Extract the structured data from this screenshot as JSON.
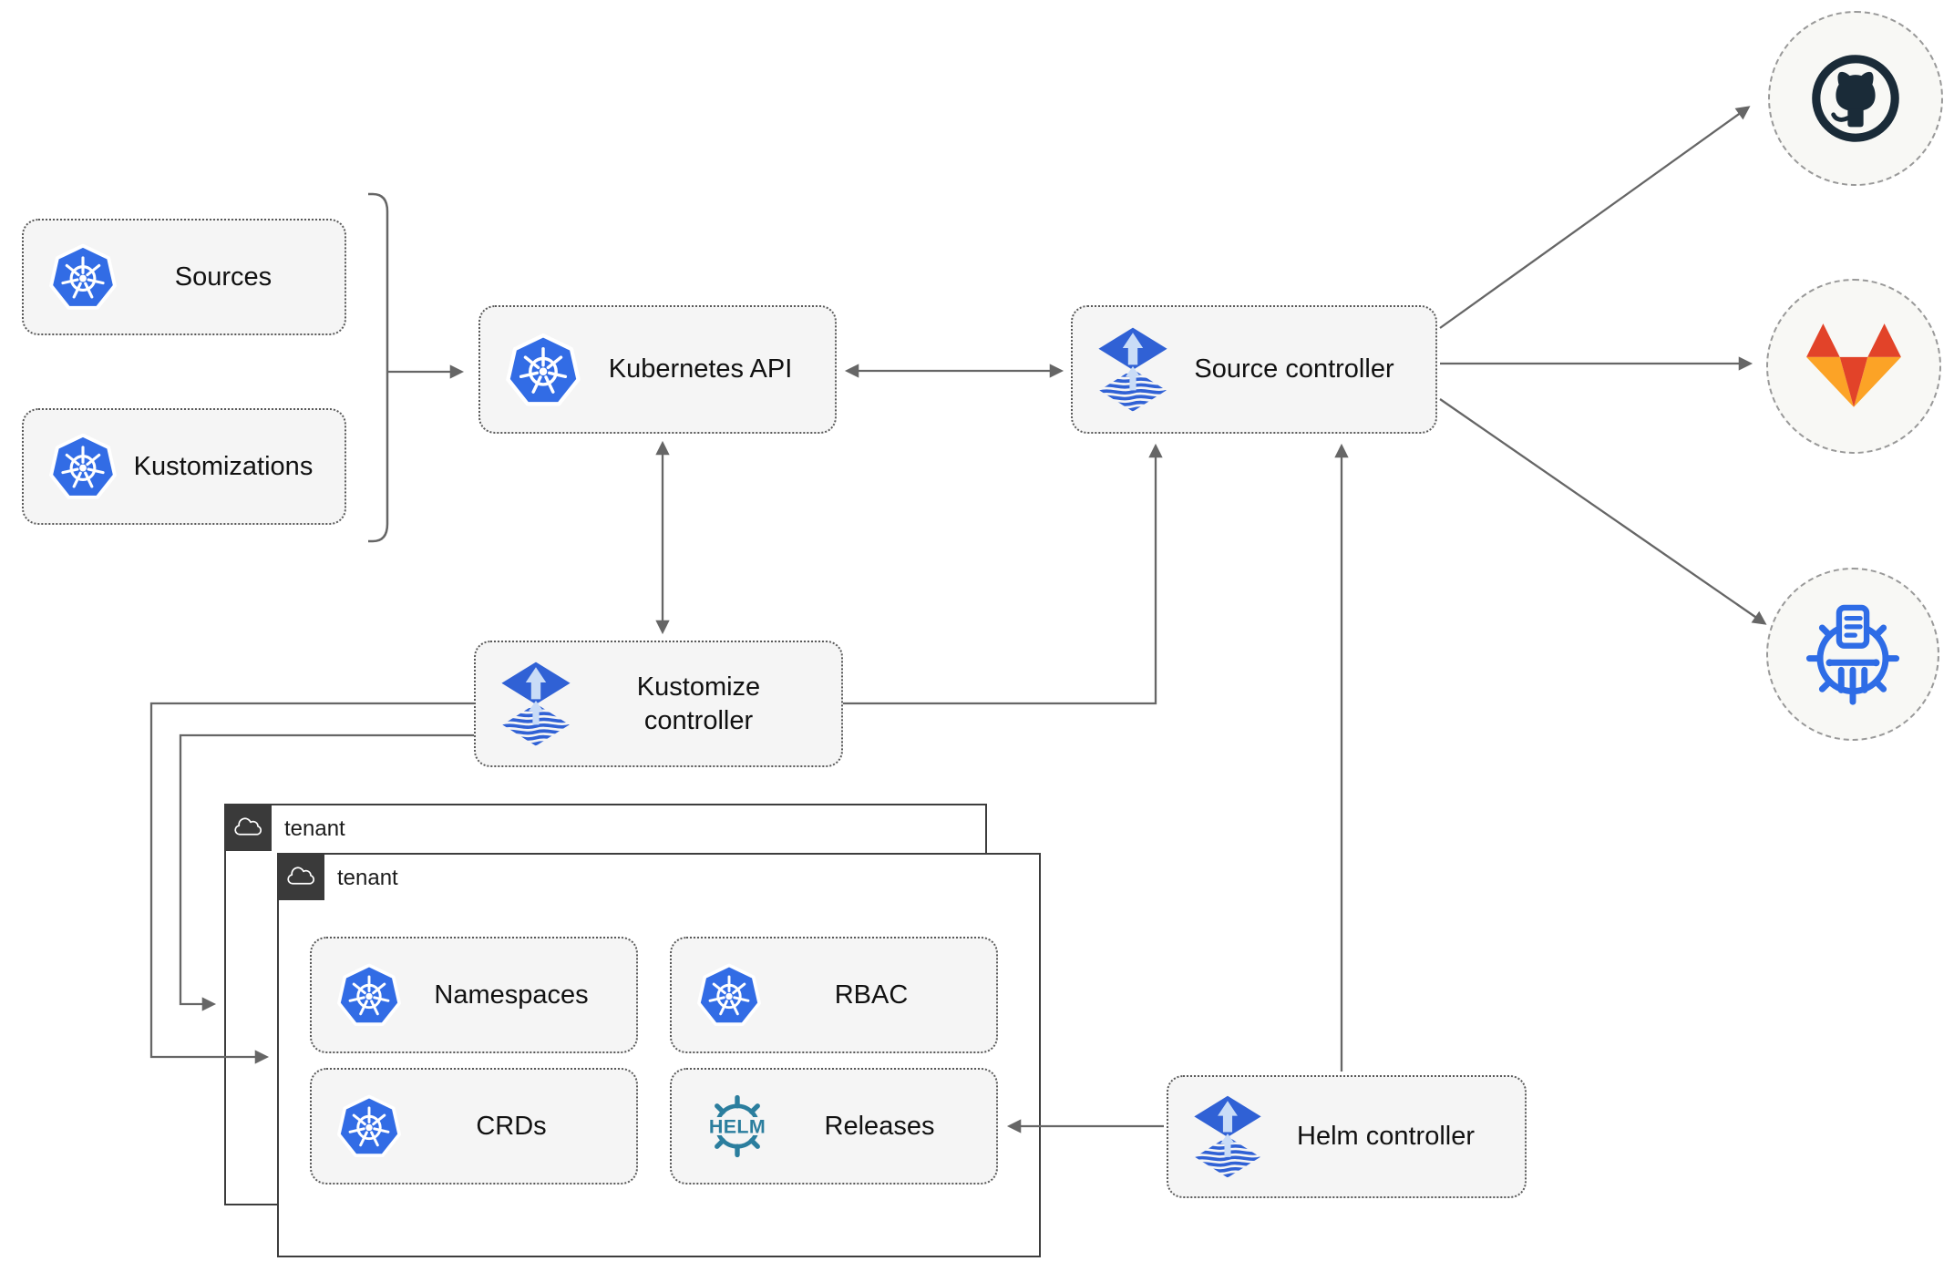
{
  "diagram": {
    "description": "Flux GitOps architecture diagram",
    "nodes": {
      "sources": {
        "label": "Sources"
      },
      "kustomizations": {
        "label": "Kustomizations"
      },
      "kubernetes_api": {
        "label": "Kubernetes API"
      },
      "source_controller": {
        "label": "Source controller"
      },
      "kustomize_controller": {
        "label": "Kustomize controller"
      },
      "helm_controller": {
        "label": "Helm controller"
      },
      "namespaces": {
        "label": "Namespaces"
      },
      "rbac": {
        "label": "RBAC"
      },
      "crds": {
        "label": "CRDs"
      },
      "releases": {
        "label": "Releases"
      }
    },
    "tenants": [
      {
        "label": "tenant"
      },
      {
        "label": "tenant"
      }
    ],
    "logos": {
      "helm_text": "HELM"
    },
    "icons": {
      "kubernetes": "kubernetes-icon",
      "flux": "flux-icon",
      "helm_wheel": "helm-wheel-icon",
      "cloud": "cloud-icon",
      "github": "github-octocat-icon",
      "gitlab": "gitlab-fox-icon",
      "chart_museum": "chartmuseum-icon"
    },
    "edges": [
      {
        "from": "sources+kustomizations bracket",
        "to": "kubernetes_api",
        "arrow": "end"
      },
      {
        "from": "kubernetes_api",
        "to": "source_controller",
        "arrow": "both"
      },
      {
        "from": "kubernetes_api",
        "to": "kustomize_controller",
        "arrow": "both"
      },
      {
        "from": "kustomize_controller",
        "to": "source_controller",
        "arrow": "end"
      },
      {
        "from": "helm_controller",
        "to": "source_controller",
        "arrow": "end"
      },
      {
        "from": "source_controller",
        "to": "github",
        "arrow": "end"
      },
      {
        "from": "source_controller",
        "to": "gitlab",
        "arrow": "end"
      },
      {
        "from": "source_controller",
        "to": "chartmuseum",
        "arrow": "end"
      },
      {
        "from": "kustomize_controller",
        "to": "tenant_front",
        "arrow": "end"
      },
      {
        "from": "kustomize_controller",
        "to": "tenant_back",
        "arrow": "end"
      },
      {
        "from": "helm_controller",
        "to": "releases",
        "arrow": "end"
      }
    ],
    "colors": {
      "k8s_blue": "#326ce5",
      "flux_blue": "#3061d5",
      "flux_light": "#c9dcf7",
      "helm_teal": "#2b7e9e",
      "gh_dark": "#1a2b38",
      "gl_red": "#e24329",
      "gl_amber": "#fca326",
      "cm_blue": "#2e6ce6",
      "line_gray": "#666666",
      "node_bg": "#f5f5f5",
      "node_border": "#595959",
      "tenant_border": "#3d3d3d",
      "tenant_header": "#3a3a3a",
      "circle_bg": "#f8f8f5",
      "circle_border": "#999999",
      "label_color": "#111111"
    }
  }
}
